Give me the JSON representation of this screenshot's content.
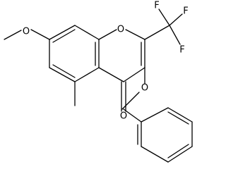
{
  "structure": {
    "atom_labels": {
      "methoxy_oxygen": "O",
      "ring_oxygen": "O",
      "carbonyl_oxygen": "O",
      "ether_oxygen": "O",
      "fluorine_1": "F",
      "fluorine_2": "F",
      "fluorine_3": "F"
    }
  }
}
